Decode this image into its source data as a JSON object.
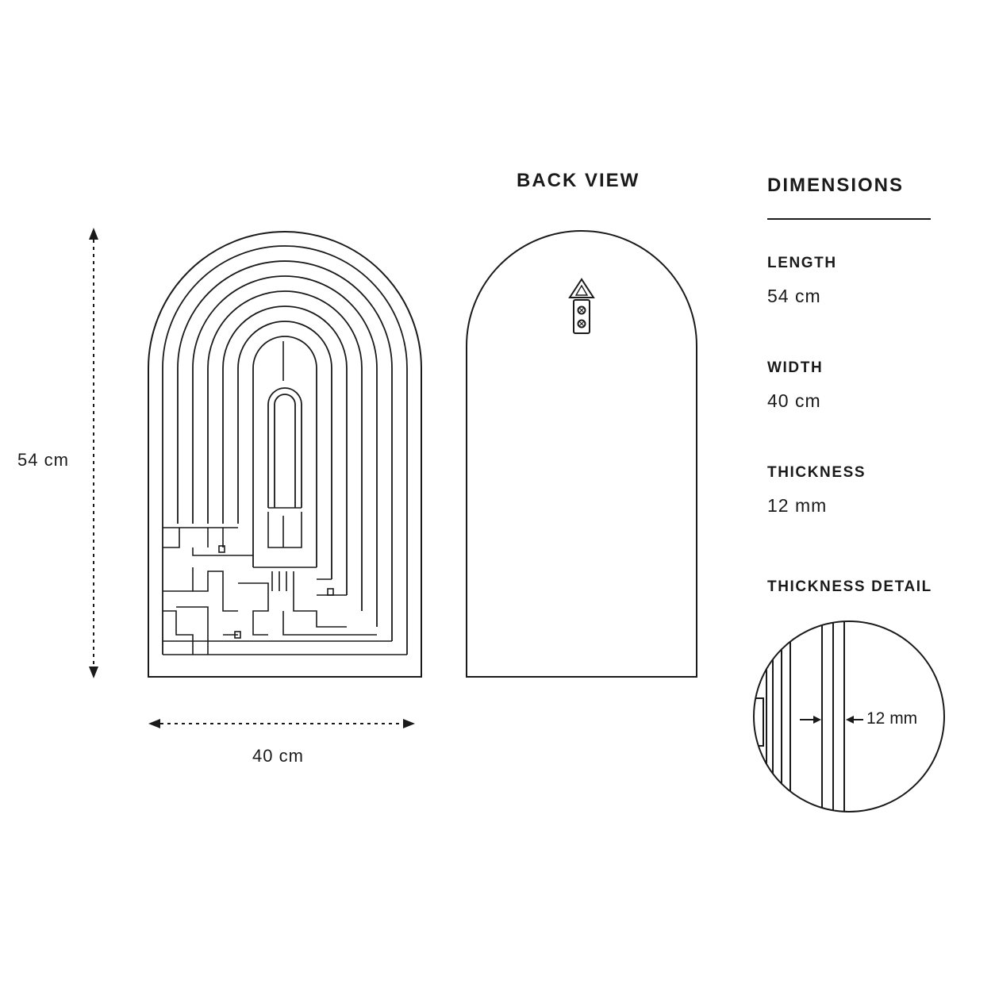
{
  "back_view": {
    "title": "BACK VIEW"
  },
  "front_view": {
    "height_label": "54 cm",
    "width_label": "40 cm"
  },
  "dimensions": {
    "title": "DIMENSIONS",
    "items": [
      {
        "label": "LENGTH",
        "value": "54 cm"
      },
      {
        "label": "WIDTH",
        "value": "40 cm"
      },
      {
        "label": "THICKNESS",
        "value": "12 mm"
      }
    ],
    "detail_title": "THICKNESS DETAIL",
    "detail_callout": "12 mm"
  },
  "colors": {
    "stroke": "#1a1a1a",
    "background": "#ffffff"
  },
  "icons": [
    "dimension-arrow-icon",
    "sawtooth-hanger-icon"
  ]
}
